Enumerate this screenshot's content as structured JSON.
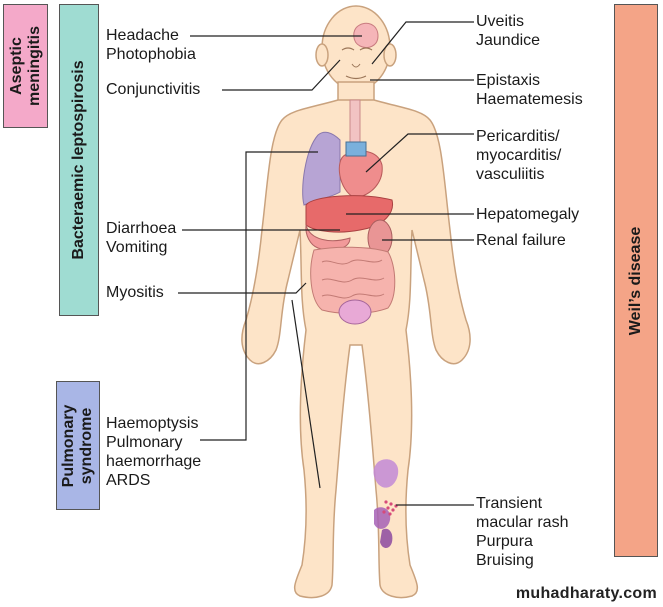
{
  "categories": {
    "aseptic": "Aseptic\nmeningitis",
    "bacteraemic": "Bacteraemic leptospirosis",
    "pulmonary": "Pulmonary\nsyndrome",
    "weils": "Weil’s disease"
  },
  "labels": {
    "headache": [
      "Headache",
      "Photophobia"
    ],
    "conjunctivitis": [
      "Conjunctivitis"
    ],
    "diarrhoea": [
      "Diarrhoea",
      "Vomiting"
    ],
    "myositis": [
      "Myositis"
    ],
    "haemoptysis": [
      "Haemoptysis",
      "Pulmonary",
      "haemorrhage",
      "ARDS"
    ],
    "uveitis": [
      "Uveitis",
      "Jaundice"
    ],
    "epistaxis": [
      "Epistaxis",
      "Haematemesis"
    ],
    "pericarditis": [
      "Pericarditis/",
      "myocarditis/",
      "vasculiitis"
    ],
    "hepatomegaly": [
      "Hepatomegaly"
    ],
    "renal": [
      "Renal failure"
    ],
    "rash": [
      "Transient",
      "macular rash",
      "Purpura",
      "Bruising"
    ]
  },
  "colors": {
    "aseptic": "#f4a9c9",
    "bacteraemic": "#9fdcd2",
    "pulmonary": "#a9b6e6",
    "weils": "#f4a487",
    "skin": "#fde4c8",
    "outline": "#c9a27e"
  },
  "watermark": "muhadharaty.com"
}
